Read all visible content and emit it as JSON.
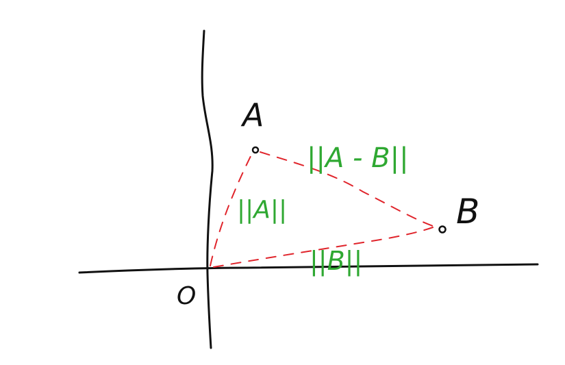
{
  "diagram": {
    "points": {
      "origin": "O",
      "a": "A",
      "b": "B"
    },
    "lengths": {
      "norm_a": "||A||",
      "norm_b": "||B||",
      "norm_a_minus_b": "||A - B||"
    },
    "colors": {
      "ink": "#111111",
      "triangle": "#e0242b",
      "annotation": "#2fa832"
    }
  }
}
